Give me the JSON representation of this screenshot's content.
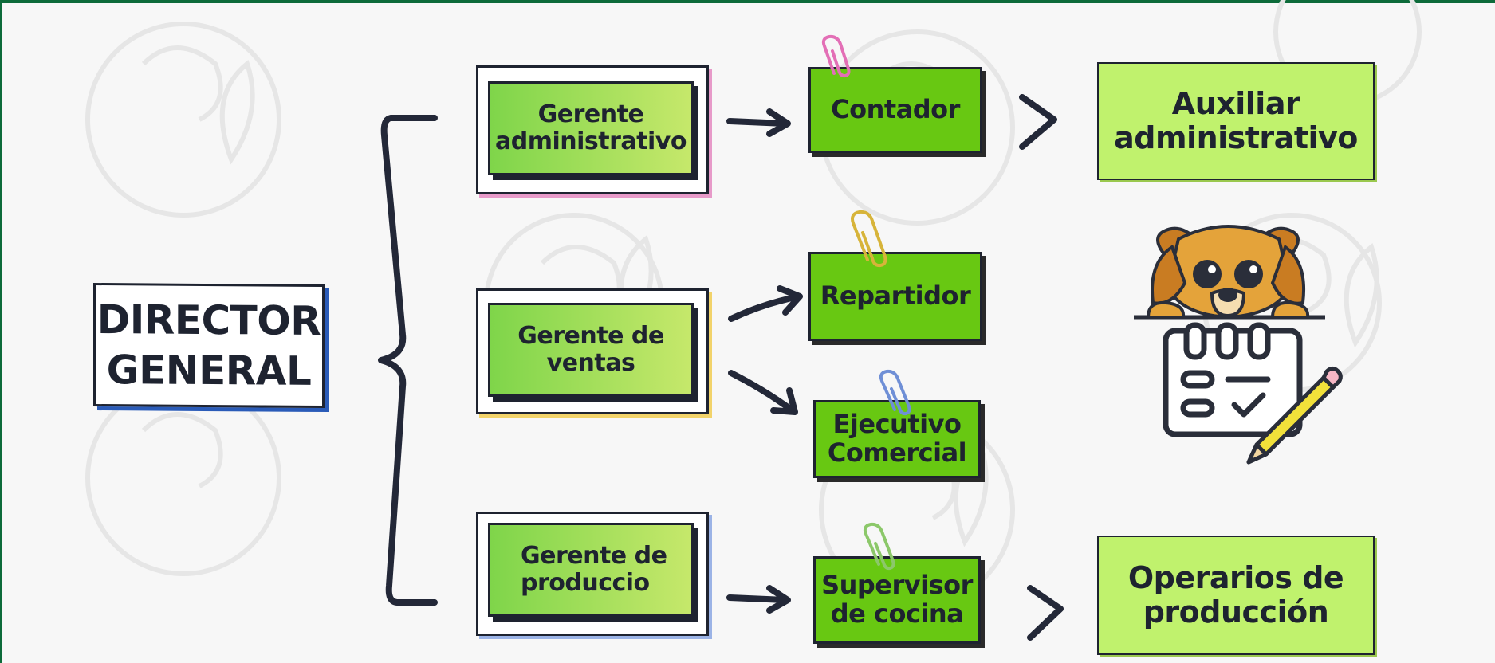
{
  "diagram": {
    "director": {
      "line1": "DIRECTOR",
      "line2": "GENERAL"
    },
    "managers": [
      {
        "line1": "Gerente",
        "line2": "administrativo"
      },
      {
        "line1": "Gerente de",
        "line2": "ventas"
      },
      {
        "line1": "Gerente de",
        "line2": "produccio"
      }
    ],
    "roles": {
      "contador": {
        "line1": "Contador"
      },
      "repartidor": {
        "line1": "Repartidor"
      },
      "ejecutivo": {
        "line1": "Ejecutivo",
        "line2": "Comercial"
      },
      "supervisor": {
        "line1": "Supervisor",
        "line2": "de cocina"
      }
    },
    "subordinates": {
      "auxiliar": {
        "line1": "Auxiliar",
        "line2": "administrativo"
      },
      "operarios": {
        "line1": "Operarios de",
        "line2": "producción"
      }
    }
  },
  "colors": {
    "frame_green": "#0d6b3a",
    "role_green": "#68c812",
    "light_green": "#c0f26d",
    "ink": "#1e2330",
    "pencil_yellow": "#f2e13a",
    "dog_orange": "#e4a33a"
  },
  "icons": [
    "dog-icon",
    "checklist-icon",
    "pencil-icon",
    "paperclip-icon",
    "leaf-watermark-icon"
  ]
}
